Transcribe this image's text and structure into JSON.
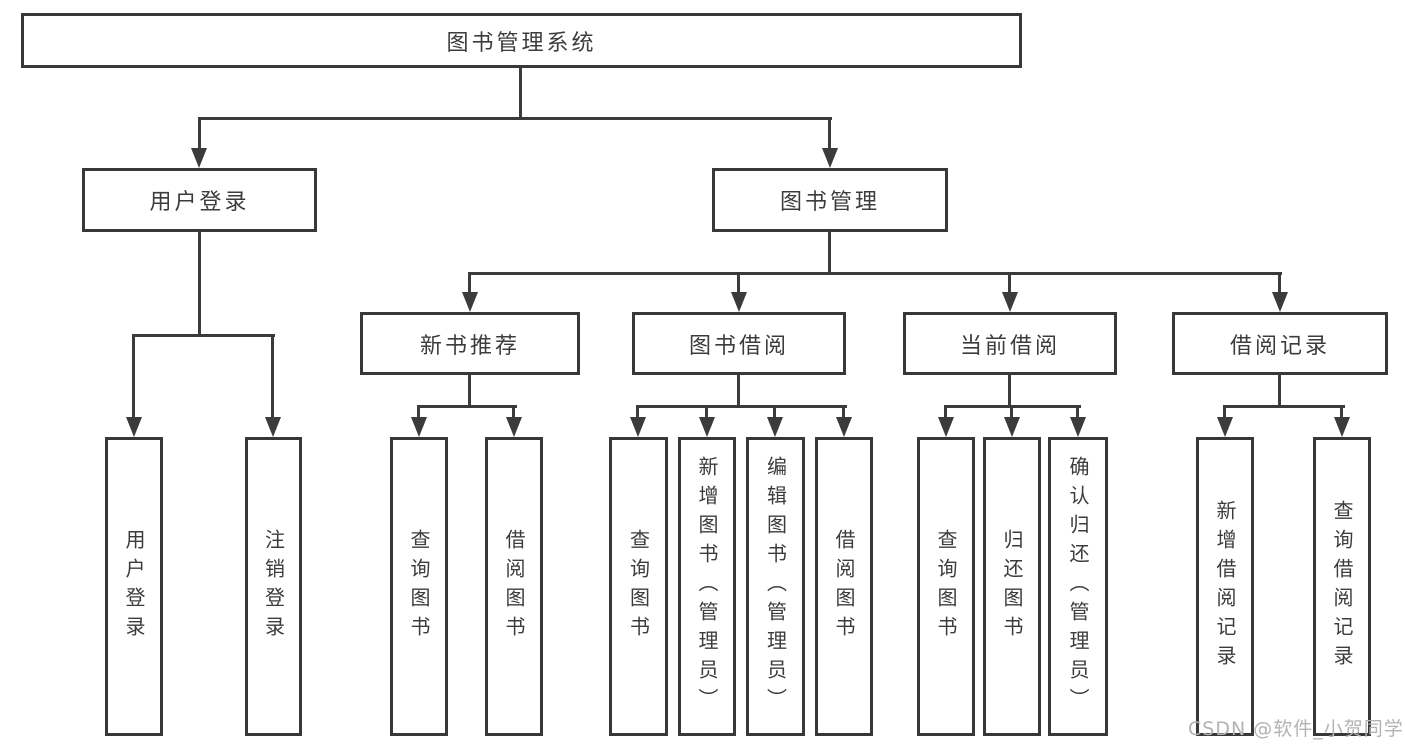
{
  "tree": {
    "label": "图书管理系统",
    "children": [
      {
        "label": "用户登录",
        "children": [
          {
            "label": "用户登录"
          },
          {
            "label": "注销登录"
          }
        ]
      },
      {
        "label": "图书管理",
        "children": [
          {
            "label": "新书推荐",
            "children": [
              {
                "label": "查询图书"
              },
              {
                "label": "借阅图书"
              }
            ]
          },
          {
            "label": "图书借阅",
            "children": [
              {
                "label": "查询图书"
              },
              {
                "label": "新增图书（管理员）"
              },
              {
                "label": "编辑图书（管理员）"
              },
              {
                "label": "借阅图书"
              }
            ]
          },
          {
            "label": "当前借阅",
            "children": [
              {
                "label": "查询图书"
              },
              {
                "label": "归还图书"
              },
              {
                "label": "确认归还（管理员）"
              }
            ]
          },
          {
            "label": "借阅记录",
            "children": [
              {
                "label": "新增借阅记录"
              },
              {
                "label": "查询借阅记录"
              }
            ]
          }
        ]
      }
    ]
  },
  "watermark": {
    "text": "CSDN @软件_小贺同学",
    "color": "#b3b3b3"
  },
  "colors": {
    "background": "#ffffff",
    "box_fill": "#ffffff",
    "box_border": "#383838",
    "line": "#3b3b3b",
    "text": "#3c3c3c"
  }
}
